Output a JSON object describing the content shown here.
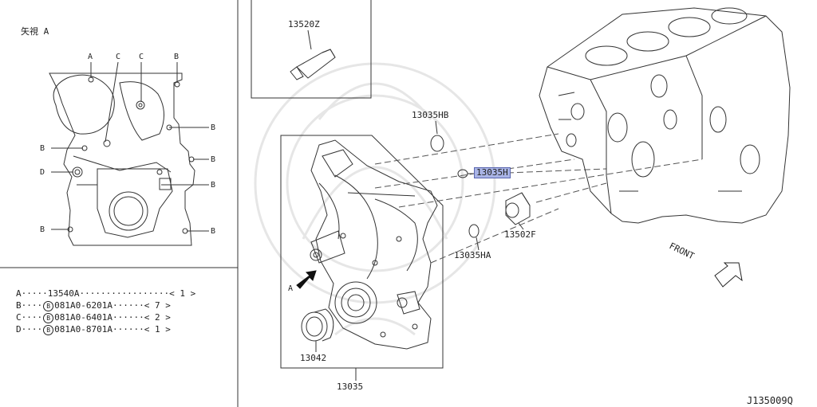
{
  "view_label": "矢視 A",
  "view_letters": {
    "a": "A",
    "b": "B",
    "c": "C",
    "d": "D"
  },
  "parts": {
    "tube": "13520Z",
    "plug_hb": "13035HB",
    "plug_h": "13035H",
    "plug_ha": "13035HA",
    "bushing": "13502F",
    "seal": "13042",
    "cover": "13035"
  },
  "arrow_label": "A",
  "front_label": "FRONT",
  "legend": [
    {
      "letter": "A",
      "dots1": "·····",
      "bolt": "",
      "part": "13540A",
      "dots2": "·················",
      "qty": "< 1 >"
    },
    {
      "letter": "B",
      "dots1": "····",
      "bolt": "B",
      "part": "081A0-6201A",
      "dots2": "······",
      "qty": "< 7 >"
    },
    {
      "letter": "C",
      "dots1": "····",
      "bolt": "B",
      "part": "081A0-6401A",
      "dots2": "······",
      "qty": "< 2 >"
    },
    {
      "letter": "D",
      "dots1": "····",
      "bolt": "B",
      "part": "081A0-8701A",
      "dots2": "······",
      "qty": "< 1 >"
    }
  ],
  "drawing_code": "J135009Q"
}
